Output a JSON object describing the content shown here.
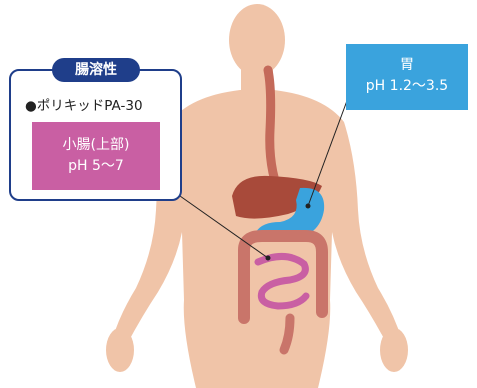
{
  "enteric": {
    "tag": "腸溶性",
    "product": "●ポリキッドPA-30"
  },
  "small_intestine": {
    "name": "小腸(上部)",
    "ph": "pH 5〜7"
  },
  "stomach": {
    "name": "胃",
    "ph": "pH 1.2〜3.5"
  },
  "colors": {
    "navy": "#1f3e8a",
    "magenta": "#c95fa3",
    "sky": "#3aa3dd",
    "skin": "#f0c4a8"
  }
}
